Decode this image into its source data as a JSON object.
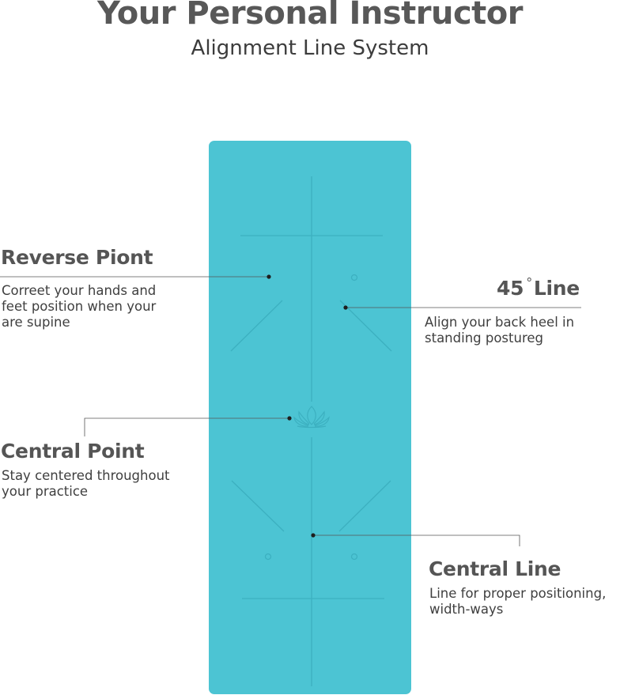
{
  "header": {
    "title": "Your Personal Instructor",
    "subtitle": "Alignment Line System"
  },
  "colors": {
    "mat": "#4cc4d3",
    "mat_lines": "#3cb0c0",
    "heading": "#555555",
    "text": "#3f3f3f",
    "leader": "#555555"
  },
  "callouts": {
    "reverse_point": {
      "title": "Reverse Piont",
      "desc_lines": [
        "Correet your hands and",
        "feet position when your",
        "are supine"
      ]
    },
    "line_45": {
      "title": "45",
      "degree": "°",
      "title_suffix": "Line",
      "desc_lines": [
        "Align your back heel in",
        "standing postureg"
      ]
    },
    "central_point": {
      "title": "Central Point",
      "desc_lines": [
        "Stay centered throughout",
        "your practice"
      ]
    },
    "central_line": {
      "title": "Central Line",
      "desc_lines": [
        "Line for proper positioning,",
        "width-ways"
      ]
    }
  },
  "icons": {
    "lotus": "lotus-icon",
    "marker_dot": "circle-dot-icon"
  }
}
